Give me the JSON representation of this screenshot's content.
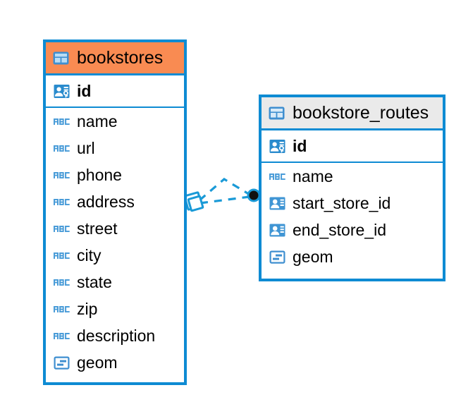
{
  "diagram": {
    "type": "er-diagram",
    "background": "#ffffff",
    "accent_color": "#0e8bd3",
    "selected_color": "#f98b52",
    "header_color": "#eaeaea"
  },
  "tables": [
    {
      "name": "bookstores",
      "selected": true,
      "header_icon": "table-icon",
      "primary_key": {
        "label": "id",
        "icon": "primary-key-icon"
      },
      "fields": [
        {
          "label": "name",
          "icon": "text-abc-icon"
        },
        {
          "label": "url",
          "icon": "text-abc-icon"
        },
        {
          "label": "phone",
          "icon": "text-abc-icon"
        },
        {
          "label": "address",
          "icon": "text-abc-icon"
        },
        {
          "label": "street",
          "icon": "text-abc-icon"
        },
        {
          "label": "city",
          "icon": "text-abc-icon"
        },
        {
          "label": "state",
          "icon": "text-abc-icon"
        },
        {
          "label": "zip",
          "icon": "text-abc-icon"
        },
        {
          "label": "description",
          "icon": "text-abc-icon"
        },
        {
          "label": "geom",
          "icon": "geometry-icon"
        }
      ]
    },
    {
      "name": "bookstore_routes",
      "selected": false,
      "header_icon": "table-icon",
      "primary_key": {
        "label": "id",
        "icon": "primary-key-icon"
      },
      "fields": [
        {
          "label": "name",
          "icon": "text-abc-icon"
        },
        {
          "label": "start_store_id",
          "icon": "foreign-key-icon"
        },
        {
          "label": "end_store_id",
          "icon": "foreign-key-icon"
        },
        {
          "label": "geom",
          "icon": "geometry-icon"
        }
      ]
    }
  ],
  "relationships": [
    {
      "from_table": "bookstores",
      "to_table": "bookstore_routes",
      "style": "dashed",
      "color": "#1a9ad7",
      "source_marker": "diamond-marker",
      "target_marker": "circle-marker"
    },
    {
      "from_table": "bookstores",
      "to_table": "bookstore_routes",
      "style": "dashed",
      "color": "#1a9ad7",
      "source_marker": "diamond-marker",
      "target_marker": "circle-marker"
    }
  ]
}
